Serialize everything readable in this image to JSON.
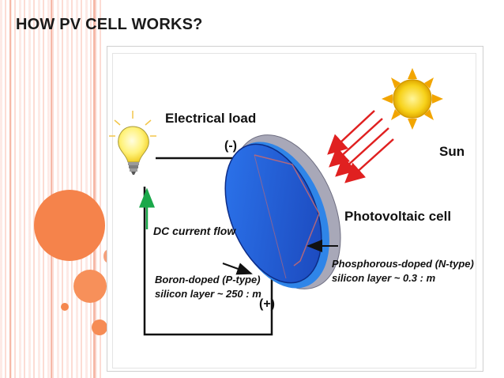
{
  "slide": {
    "title": "HOW PV CELL WORKS?"
  },
  "diagram": {
    "labels": {
      "electrical_load": "Electrical load",
      "negative": "(-)",
      "positive": "(+)",
      "sun": "Sun",
      "dc_flow": "DC current flow",
      "pv_cell": "Photovoltaic cell",
      "n_type_line1": "Phosphorous-doped (N-type)",
      "n_type_line2": "silicon layer ~ 0.3 : m",
      "p_type_line1": "Boron-doped (P-type)",
      "p_type_line2": "silicon layer ~ 250 : m"
    },
    "icons": [
      "lightbulb-icon",
      "sun-icon",
      "sunlight-arrows-icon",
      "pv-cell-disk-icon"
    ],
    "colors": {
      "accent_orange": "#f5834b",
      "cell_blue": "#1f5fd6",
      "arrow_red": "#e02020",
      "current_green": "#1aa84a",
      "sun_yellow": "#f7d21a"
    }
  }
}
